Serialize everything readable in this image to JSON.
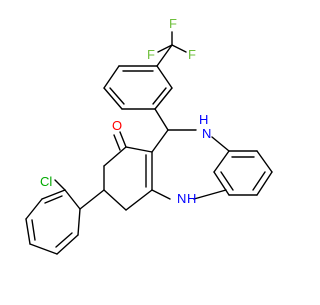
{
  "molecule": {
    "atom_labels": {
      "fluorine_top": "F",
      "fluorine_left": "F",
      "fluorine_right": "F",
      "carbonyl_oxygen": "O",
      "nh_top": "H",
      "nh_top_n": "N",
      "nh_bottom": "N",
      "nh_bottom_h": "H",
      "chlorine": "Cl"
    },
    "colors": {
      "bond": "#000000",
      "oxygen": "#ff0000",
      "nitrogen": "#0000ff",
      "chlorine": "#00aa00",
      "fluorine": "#6fbf3c"
    }
  }
}
